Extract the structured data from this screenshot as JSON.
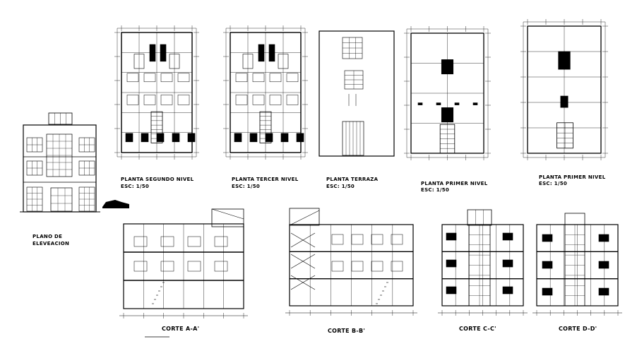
{
  "drawing": {
    "plans": [
      {
        "title": "PLANTA SEGUNDO NIVEL",
        "scale": "ESC: 1/50"
      },
      {
        "title": "PLANTA TERCER NIVEL",
        "scale": "ESC: 1/50"
      },
      {
        "title": "PLANTA TERRAZA",
        "scale": "ESC: 1/50"
      },
      {
        "title": "PLANTA PRIMER NIVEL",
        "scale": "ESC: 1/50"
      },
      {
        "title": "PLANTA PRIMER NIVEL",
        "scale": "ESC: 1/50"
      }
    ],
    "elevation": {
      "title_line1": "PLANO DE",
      "title_line2": "ELEVEACION"
    },
    "sections": [
      {
        "title": "CORTE A-A'"
      },
      {
        "title": "CORTE B-B'"
      },
      {
        "title": "CORTE C-C'"
      },
      {
        "title": "CORTE D-D'"
      }
    ]
  },
  "colors": {
    "line": "#000000",
    "background": "#ffffff"
  }
}
